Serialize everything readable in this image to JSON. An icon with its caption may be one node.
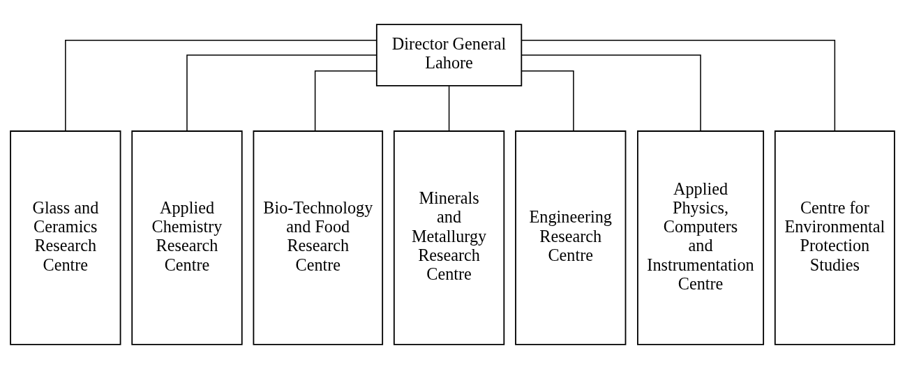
{
  "diagram": {
    "nodes": [
      {
        "text": [
          "Director General Lahore"
        ]
      },
      {
        "text": [
          "Glass and Ceramics Research Centre"
        ]
      },
      {
        "text": [
          "Applied Chemistry Research Centre"
        ]
      },
      {
        "text": [
          "Bio-Technology and Food Research Centre"
        ]
      },
      {
        "text": [
          "Minerals and Metallurgy Research Centre"
        ]
      },
      {
        "text": [
          "Engineering Research Centre"
        ]
      },
      {
        "text": [
          "Applied Physics, Computers and Instrumentation Centre"
        ]
      },
      {
        "text": [
          "Centre for Environmental Protection Studies"
        ]
      }
    ],
    "edges": [
      {
        "from": 0,
        "to": 1,
        "arrow": "none"
      },
      {
        "from": 0,
        "to": 2,
        "arrow": "none"
      },
      {
        "from": 0,
        "to": 3,
        "arrow": "none"
      },
      {
        "from": 0,
        "to": 4,
        "arrow": "none"
      },
      {
        "from": 0,
        "to": 5,
        "arrow": "none"
      },
      {
        "from": 0,
        "to": 6,
        "arrow": "none"
      },
      {
        "from": 0,
        "to": 7,
        "arrow": "none"
      }
    ]
  }
}
